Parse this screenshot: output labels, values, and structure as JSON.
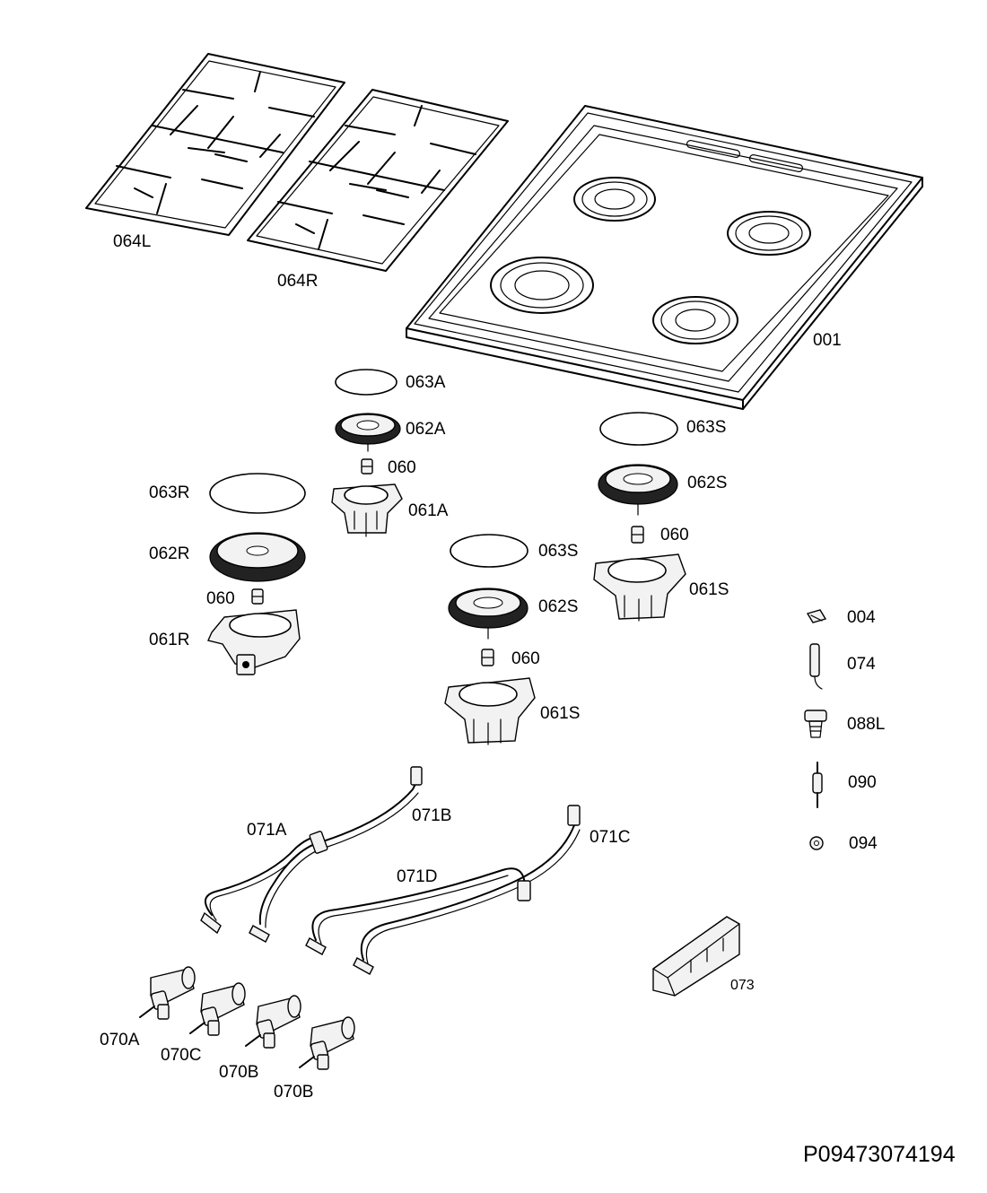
{
  "diagram": {
    "labels": [
      {
        "id": "064L",
        "text": "064L"
      },
      {
        "id": "064R",
        "text": "064R"
      },
      {
        "id": "001",
        "text": "001"
      },
      {
        "id": "063A",
        "text": "063A"
      },
      {
        "id": "062A",
        "text": "062A"
      },
      {
        "id": "060a",
        "text": "060"
      },
      {
        "id": "061A",
        "text": "061A"
      },
      {
        "id": "063S_top",
        "text": "063S"
      },
      {
        "id": "062S_top",
        "text": "062S"
      },
      {
        "id": "060c",
        "text": "060"
      },
      {
        "id": "061S_right",
        "text": "061S"
      },
      {
        "id": "063R",
        "text": "063R"
      },
      {
        "id": "062R",
        "text": "062R"
      },
      {
        "id": "060d",
        "text": "060"
      },
      {
        "id": "061R",
        "text": "061R"
      },
      {
        "id": "063S_mid",
        "text": "063S"
      },
      {
        "id": "062S_mid",
        "text": "062S"
      },
      {
        "id": "060b",
        "text": "060"
      },
      {
        "id": "061S_mid",
        "text": "061S"
      },
      {
        "id": "004",
        "text": "004"
      },
      {
        "id": "074",
        "text": "074"
      },
      {
        "id": "088L",
        "text": "088L"
      },
      {
        "id": "090",
        "text": "090"
      },
      {
        "id": "094",
        "text": "094"
      },
      {
        "id": "071A",
        "text": "071A"
      },
      {
        "id": "071B",
        "text": "071B"
      },
      {
        "id": "071C",
        "text": "071C"
      },
      {
        "id": "071D",
        "text": "071D"
      },
      {
        "id": "073",
        "text": "073"
      },
      {
        "id": "070A",
        "text": "070A"
      },
      {
        "id": "070C",
        "text": "070C"
      },
      {
        "id": "070B_1",
        "text": "070B"
      },
      {
        "id": "070B_2",
        "text": "070B"
      }
    ],
    "drawing_code": "P09473074194"
  }
}
